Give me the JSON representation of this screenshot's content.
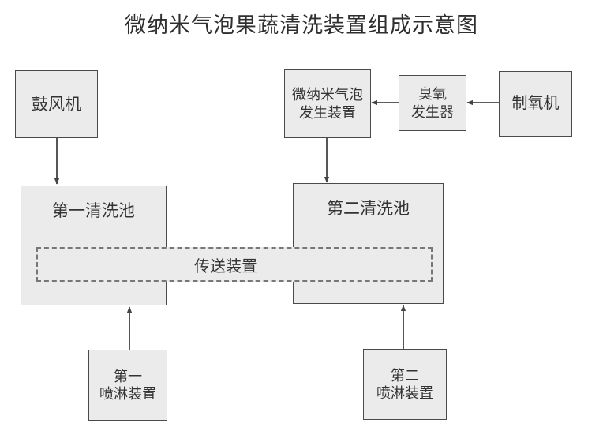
{
  "title": "微纳米气泡果蔬清洗装置组成示意图",
  "colors": {
    "box_fill": "#ebebeb",
    "box_border": "#4a4a4a",
    "dashed_border": "#777777",
    "background": "#ffffff",
    "text": "#333333",
    "arrow": "#444444"
  },
  "nodes": {
    "blower": {
      "label": "鼓风机"
    },
    "bubble_generator": {
      "label": "微纳米气泡\n发生装置",
      "line1": "微纳米气泡",
      "line2": "发生装置"
    },
    "ozone_generator": {
      "label": "臭氧\n发生器",
      "line1": "臭氧",
      "line2": "发生器"
    },
    "oxygen_machine": {
      "label": "制氧机"
    },
    "first_tank": {
      "label": "第一清洗池"
    },
    "second_tank": {
      "label": "第二清洗池"
    },
    "conveyor": {
      "label": "传送装置"
    },
    "first_spray": {
      "label": "第一\n喷淋装置",
      "line1": "第一",
      "line2": "喷淋装置"
    },
    "second_spray": {
      "label": "第二\n喷淋装置",
      "line1": "第二",
      "line2": "喷淋装置"
    }
  },
  "connections": [
    {
      "from": "blower",
      "to": "first_tank",
      "direction": "down"
    },
    {
      "from": "bubble_generator",
      "to": "second_tank",
      "direction": "down"
    },
    {
      "from": "ozone_generator",
      "to": "bubble_generator",
      "direction": "left"
    },
    {
      "from": "oxygen_machine",
      "to": "ozone_generator",
      "direction": "left"
    },
    {
      "from": "first_spray",
      "to": "first_tank",
      "direction": "up"
    },
    {
      "from": "second_spray",
      "to": "second_tank",
      "direction": "up"
    }
  ]
}
